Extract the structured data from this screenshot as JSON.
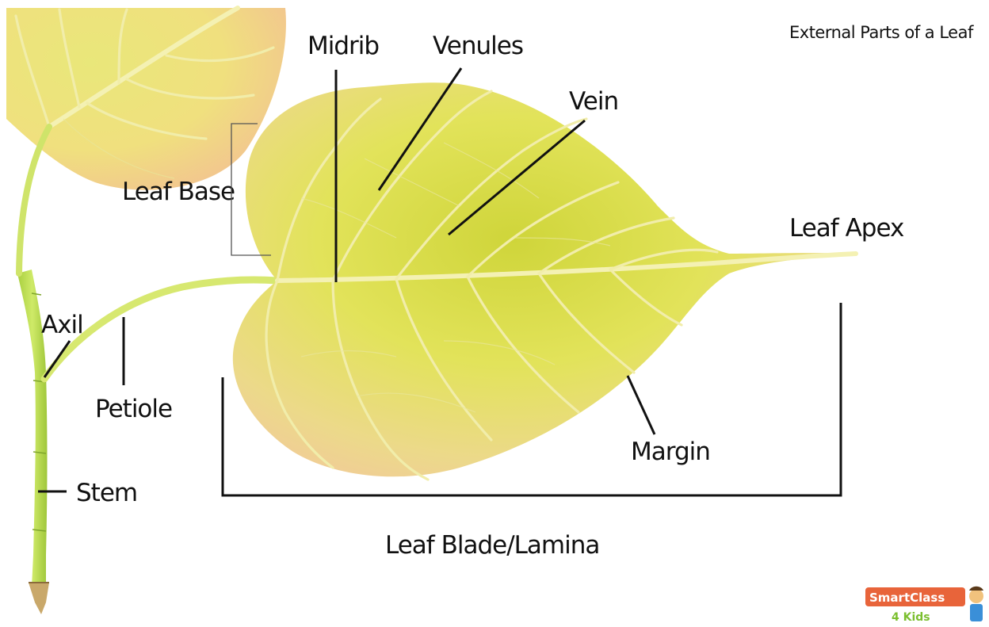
{
  "title": "External Parts of a Leaf",
  "labels": {
    "midrib": "Midrib",
    "venules": "Venules",
    "vein": "Vein",
    "leaf_base": "Leaf Base",
    "leaf_apex": "Leaf Apex",
    "axil": "Axil",
    "petiole": "Petiole",
    "stem": "Stem",
    "margin": "Margin",
    "leaf_blade": "Leaf Blade/Lamina"
  },
  "logo": {
    "line1": "SmartClass",
    "line2": "4 Kids"
  },
  "colors": {
    "leaf_yellow": "#e6e04f",
    "leaf_green": "#c5d33c",
    "leaf_peach": "#efc98d",
    "stem_green": "#b9dc4a",
    "logo_orange": "#e8643a"
  }
}
